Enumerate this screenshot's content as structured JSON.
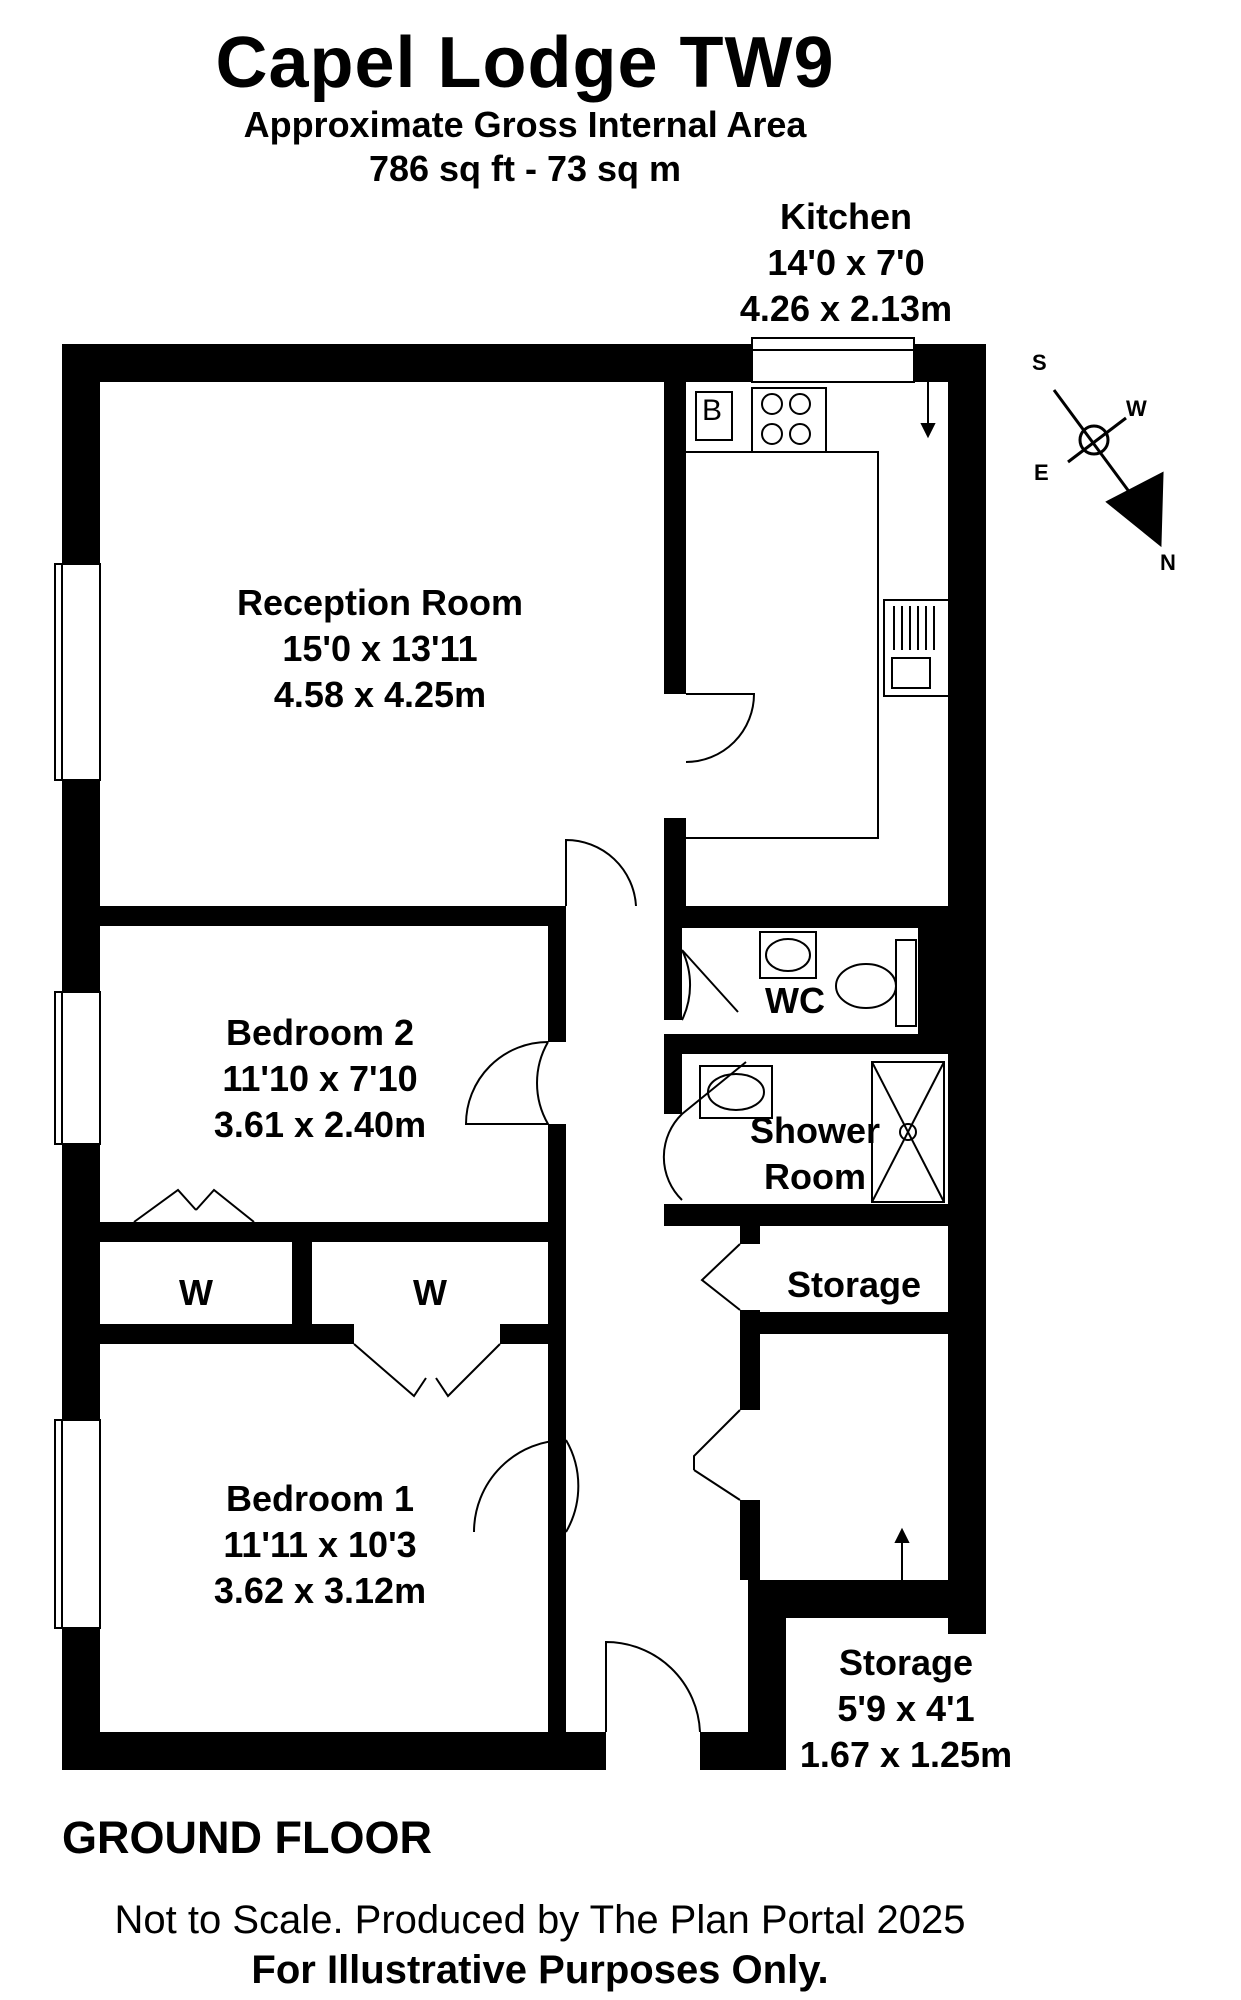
{
  "header": {
    "title": "Capel Lodge TW9",
    "subtitle": "Approximate Gross Internal Area",
    "area": "786 sq ft - 73 sq m"
  },
  "rooms": {
    "kitchen": {
      "name": "Kitchen",
      "imperial": "14'0 x 7'0",
      "metric": "4.26 x 2.13m"
    },
    "reception": {
      "name": "Reception Room",
      "imperial": "15'0 x 13'11",
      "metric": "4.58 x 4.25m"
    },
    "bedroom2": {
      "name": "Bedroom 2",
      "imperial": "11'10 x 7'10",
      "metric": "3.61 x 2.40m"
    },
    "bedroom1": {
      "name": "Bedroom 1",
      "imperial": "11'11 x 10'3",
      "metric": "3.62 x 3.12m"
    },
    "wc": {
      "name": "WC"
    },
    "shower": {
      "line1": "Shower",
      "line2": "Room"
    },
    "storage_small": {
      "name": "Storage"
    },
    "storage_large": {
      "name": "Storage",
      "imperial": "5'9 x 4'1",
      "metric": "1.67 x 1.25m"
    },
    "wardrobe_left": {
      "name": "W"
    },
    "wardrobe_right": {
      "name": "W"
    }
  },
  "fixtures": {
    "boiler": "B"
  },
  "compass": {
    "s": "S",
    "w": "W",
    "e": "E",
    "n": "N"
  },
  "floor_label": "GROUND FLOOR",
  "footer": {
    "line1": "Not to Scale. Produced by The Plan Portal 2025",
    "line2": "For Illustrative Purposes Only."
  }
}
